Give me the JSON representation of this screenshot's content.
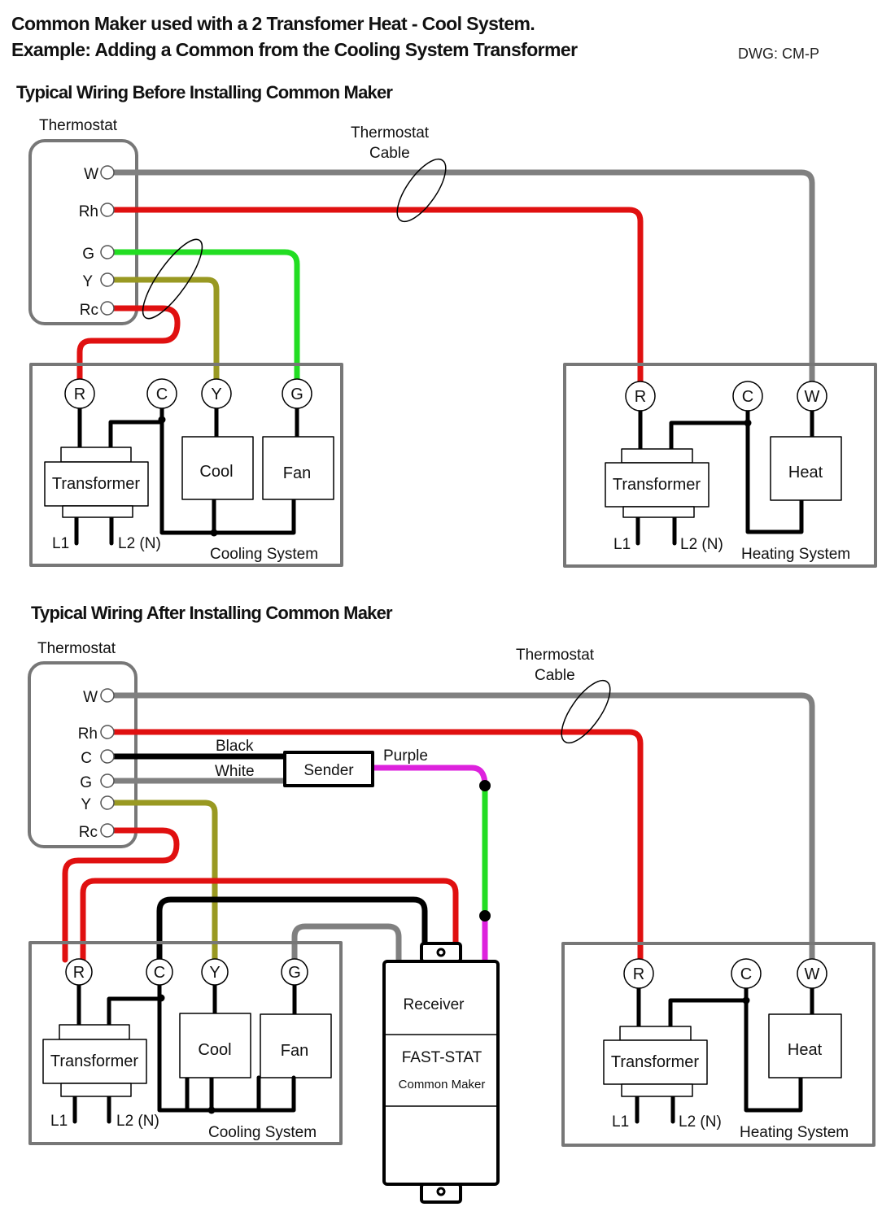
{
  "header": {
    "title_line1": "Common Maker used with a 2 Transfomer Heat - Cool System.",
    "title_line2": "Example: Adding a Common from the Cooling System Transformer",
    "drawing_id": "DWG: CM-P"
  },
  "colors": {
    "red_wire": "#e01010",
    "gray_wire": "#808080",
    "green_wire": "#22dd22",
    "yellow_wire": "#999922",
    "black_wire": "#000000",
    "purple_wire": "#dd22dd",
    "box_border": "#777777"
  },
  "before": {
    "heading": "Typical Wiring Before Installing Common Maker",
    "thermostat": {
      "label": "Thermostat",
      "terminals": [
        "W",
        "Rh",
        "G",
        "Y",
        "Rc"
      ]
    },
    "cable_label_line1": "Thermostat",
    "cable_label_line2": "Cable",
    "cooling_system": {
      "label": "Cooling System",
      "terminals": [
        "R",
        "C",
        "Y",
        "G"
      ],
      "transformer": "Transformer",
      "cool": "Cool",
      "fan": "Fan",
      "l1": "L1",
      "l2": "L2 (N)"
    },
    "heating_system": {
      "label": "Heating System",
      "terminals": [
        "R",
        "C",
        "W"
      ],
      "transformer": "Transformer",
      "heat": "Heat",
      "l1": "L1",
      "l2": "L2 (N)"
    }
  },
  "after": {
    "heading": "Typical Wiring After Installing Common Maker",
    "thermostat": {
      "label": "Thermostat",
      "terminals": [
        "W",
        "Rh",
        "C",
        "G",
        "Y",
        "Rc"
      ]
    },
    "cable_label_line1": "Thermostat",
    "cable_label_line2": "Cable",
    "sender": {
      "label": "Sender",
      "black_label": "Black",
      "white_label": "White",
      "purple_label": "Purple"
    },
    "receiver": {
      "label": "Receiver",
      "brand": "FAST-STAT",
      "product": "Common Maker"
    },
    "cooling_system": {
      "label": "Cooling System",
      "terminals": [
        "R",
        "C",
        "Y",
        "G"
      ],
      "transformer": "Transformer",
      "cool": "Cool",
      "fan": "Fan",
      "l1": "L1",
      "l2": "L2 (N)"
    },
    "heating_system": {
      "label": "Heating System",
      "terminals": [
        "R",
        "C",
        "W"
      ],
      "transformer": "Transformer",
      "heat": "Heat",
      "l1": "L1",
      "l2": "L2 (N)"
    }
  }
}
